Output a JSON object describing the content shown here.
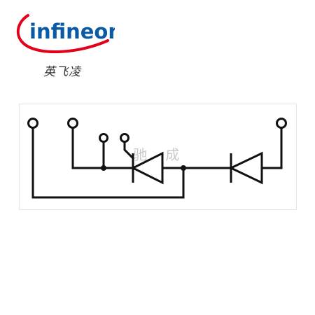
{
  "brand": {
    "name": "infineon",
    "mark": "英飞凌",
    "colors": {
      "logo_blue": "#0a5aa6",
      "swoosh_red": "#e3001b"
    }
  },
  "schematic": {
    "component": "thyristor-diode-module",
    "terminals": [
      "terminal-1",
      "terminal-2",
      "gate",
      "cathode-aux",
      "terminal-3"
    ],
    "watermark": "驰 成",
    "colors": {
      "line": "#111111",
      "watermark": "#c9c9c9"
    }
  }
}
